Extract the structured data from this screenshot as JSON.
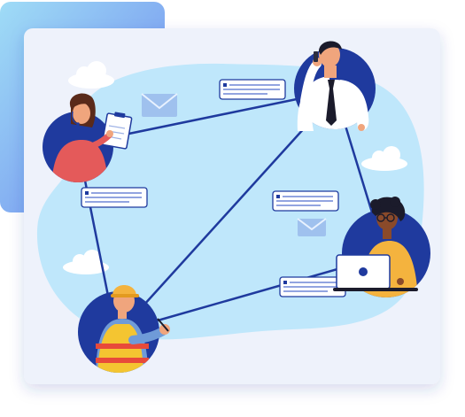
{
  "illustration": {
    "colors": {
      "card_bg": "#eef2fb",
      "blob": "#bfe7fb",
      "accent_gradient_start": "#8fd7f5",
      "accent_gradient_end": "#6f86f0",
      "navy": "#1f3a9e",
      "link_line": "#1f3a9e",
      "cloud": "#ffffff"
    },
    "people": [
      {
        "role": "headset-operator-with-clipboard"
      },
      {
        "role": "businessman-on-phone"
      },
      {
        "role": "person-with-laptop"
      },
      {
        "role": "construction-worker-with-hardhat"
      }
    ],
    "message_cards": 4,
    "mail_icons": 2,
    "clouds": 3
  }
}
